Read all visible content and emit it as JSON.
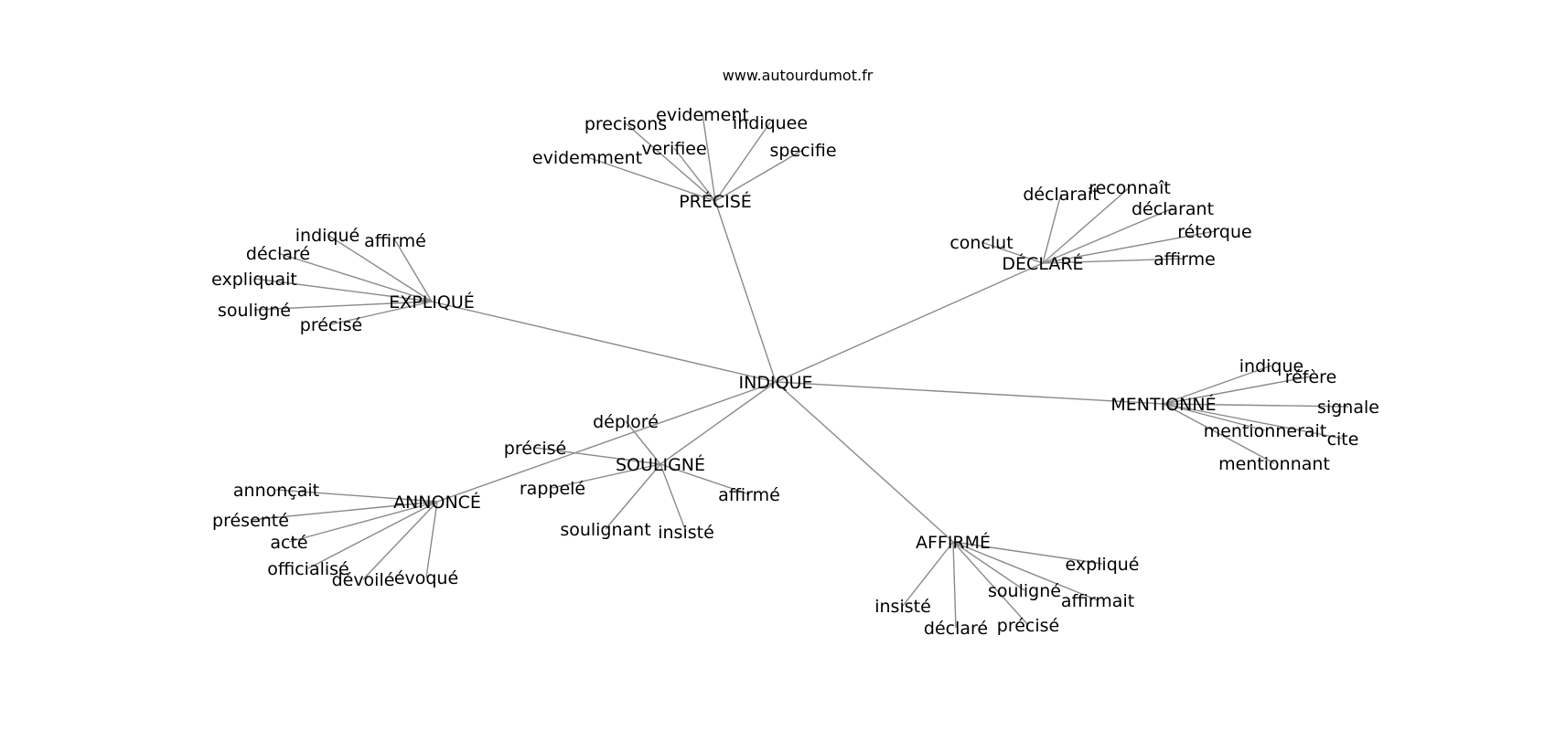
{
  "source": "www.autourdumot.fr",
  "center": "INDIQUE",
  "hubs": [
    {
      "id": "precise",
      "label": "PRÉCISÉ",
      "words": [
        "evidement",
        "indiquee",
        "precisons",
        "verifiee",
        "specifie",
        "evidemment"
      ]
    },
    {
      "id": "declare",
      "label": "DÉCLARÉ",
      "words": [
        "déclarait",
        "reconnaît",
        "déclarant",
        "conclut",
        "rétorque",
        "affirme"
      ]
    },
    {
      "id": "explique",
      "label": "EXPLIQUÉ",
      "words": [
        "indiqué",
        "affirmé",
        "déclaré",
        "expliquait",
        "souligné",
        "précisé"
      ]
    },
    {
      "id": "mentionne",
      "label": "MENTIONNÉ",
      "words": [
        "indique",
        "réfère",
        "signale",
        "mentionnerait",
        "cite",
        "mentionnant"
      ]
    },
    {
      "id": "souligne",
      "label": "SOULIGNÉ",
      "words": [
        "déploré",
        "précisé",
        "rappelé",
        "affirmé",
        "soulignant",
        "insisté"
      ]
    },
    {
      "id": "annonce",
      "label": "ANNONCÉ",
      "words": [
        "annonçait",
        "présenté",
        "acté",
        "officialisé",
        "dévoilé",
        "évoqué"
      ]
    },
    {
      "id": "affirme",
      "label": "AFFIRMÉ",
      "words": [
        "expliqué",
        "souligné",
        "affirmait",
        "insisté",
        "déclaré",
        "précisé"
      ]
    }
  ]
}
